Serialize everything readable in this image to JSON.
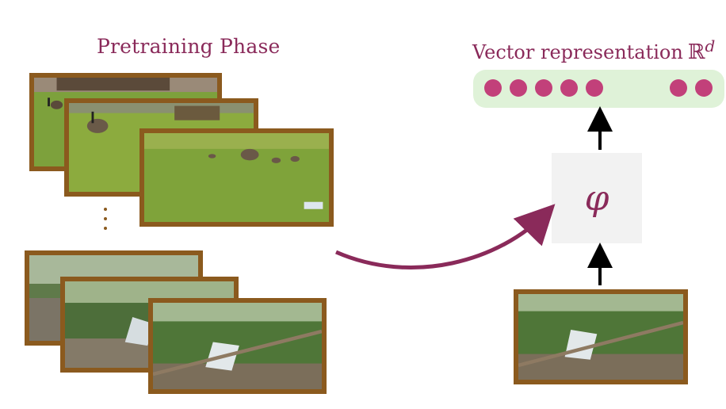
{
  "diagram": {
    "pretraining_title": "Pretraining Phase",
    "vector_title": "Vector representation",
    "vector_symbol": "ℝ",
    "vector_exponent": "d",
    "encoder_symbol": "φ",
    "colors": {
      "frame_border": "#8b5a1e",
      "title": "#8a2a5a",
      "dot": "#c2407a",
      "vector_bar": "#dff2d8",
      "encoder_box": "#f2f2f2",
      "arrow_curve": "#8a2a5a",
      "arrow_black": "#000000"
    },
    "frames": [
      {
        "scene": "geese-lawn"
      },
      {
        "scene": "geese-lawn"
      },
      {
        "scene": "geese-lawn"
      },
      {
        "scene": "forest-waterfall"
      },
      {
        "scene": "forest-waterfall"
      },
      {
        "scene": "forest-waterfall"
      },
      {
        "scene": "forest-waterfall"
      }
    ],
    "dot_count": 7
  }
}
